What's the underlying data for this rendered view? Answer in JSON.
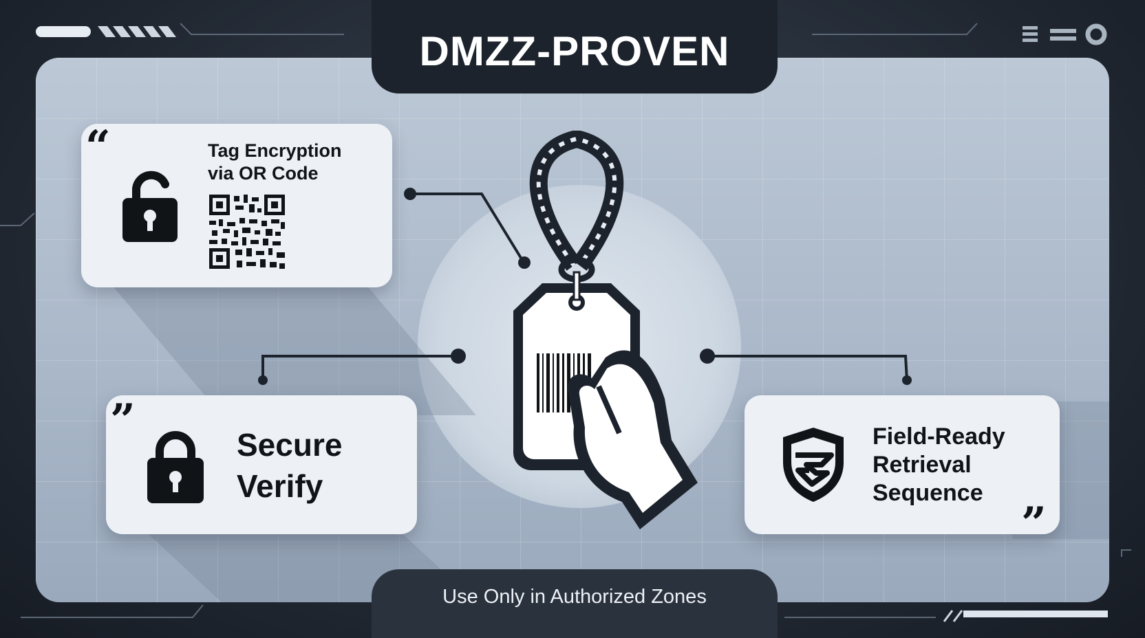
{
  "title": "DMZZ-PROVEN",
  "footer": "Use Only in Authorized Zones",
  "cards": {
    "encryption": {
      "line1": "Tag Encryption",
      "line2": "via OR Code",
      "quote": "“"
    },
    "secure": {
      "line1": "Secure",
      "line2": "Verify",
      "quote": "”"
    },
    "field": {
      "line1": "Field-Ready",
      "line2": "Retrieval",
      "line3": "Sequence",
      "quote": "”"
    }
  },
  "icons": {
    "lock_open": "open-padlock-icon",
    "qr": "qr-code-icon",
    "lock_closed": "padlock-icon",
    "shield": "shield-check-icon",
    "tag": "tag-with-barcode-icon",
    "menu": "menu-icon"
  },
  "colors": {
    "panel": "#aab8c9",
    "card": "#edf1f6",
    "frame": "#1c232c",
    "ink": "#111417"
  }
}
